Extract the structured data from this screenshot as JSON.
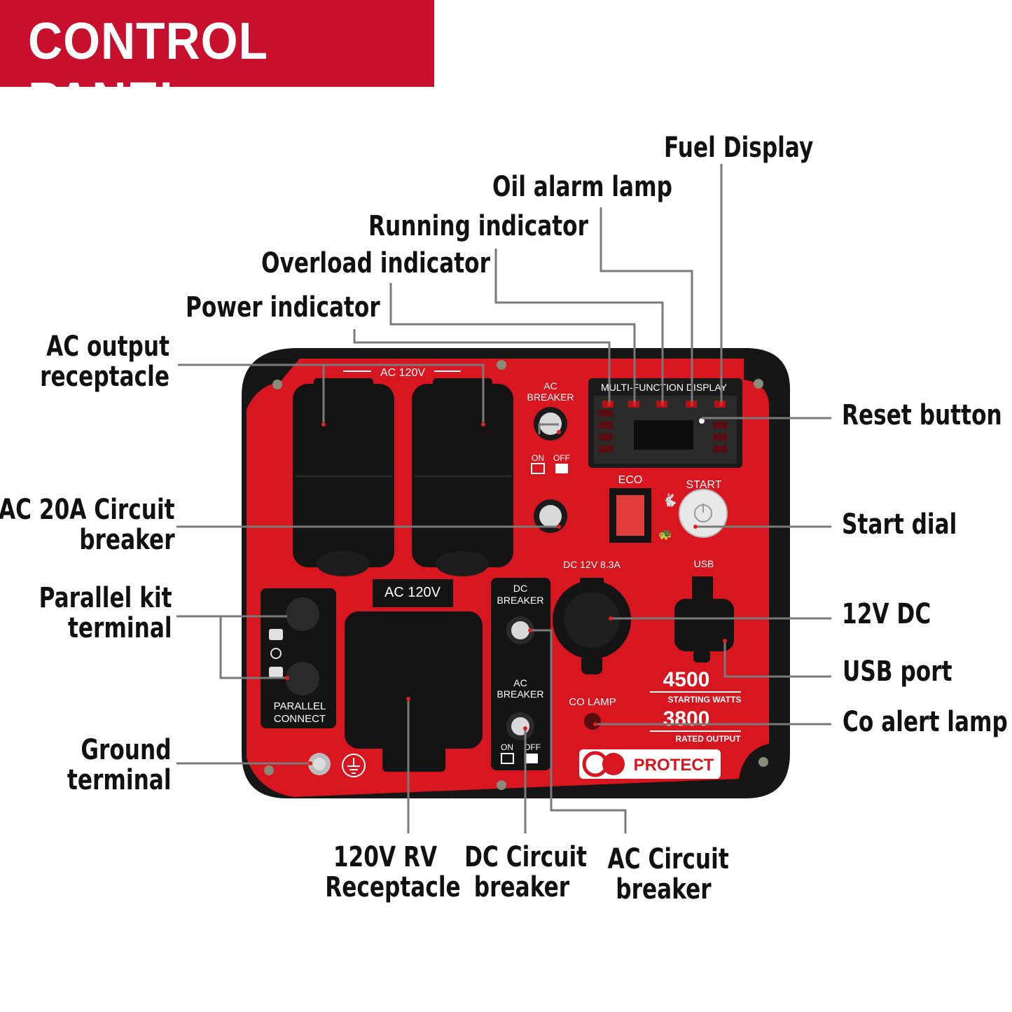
{
  "header": {
    "title": "CONTROL PANEL"
  },
  "callouts": {
    "fuel_display": "Fuel Display",
    "oil_alarm_lamp": "Oil alarm lamp",
    "running_indicator": "Running indicator",
    "overload_indicator": "Overload indicator",
    "power_indicator": "Power indicator",
    "ac_output_receptacle": [
      "AC output",
      "receptacle"
    ],
    "ac_20a_breaker": [
      "AC 20A Circuit",
      "breaker"
    ],
    "parallel_kit_terminal": [
      "Parallel kit",
      "terminal"
    ],
    "ground_terminal": [
      "Ground",
      "terminal"
    ],
    "reset_button": "Reset button",
    "start_dial": "Start dial",
    "dc_12v": "12V DC",
    "usb_port": "USB port",
    "co_alert_lamp": "Co alert lamp",
    "rv_receptacle": [
      "120V RV",
      "Receptacle"
    ],
    "dc_circuit_breaker": [
      "DC Circuit",
      "breaker"
    ],
    "ac_circuit_breaker": [
      "AC Circuit",
      "breaker"
    ]
  },
  "panel": {
    "ac_120v_top": "AC 120V",
    "ac_breaker": [
      "AC",
      "BREAKER"
    ],
    "on": "ON",
    "off": "OFF",
    "multi_function_display": "MULTI-FUNCTION DISPLAY",
    "eco": "ECO",
    "start": "START",
    "dc_rating": "DC 12V 8.3A",
    "usb": "USB",
    "ac_120v_rv": "AC 120V",
    "dc_breaker": [
      "DC",
      "BREAKER"
    ],
    "ac_breaker_lower": [
      "AC",
      "BREAKER"
    ],
    "parallel_connect": [
      "PARALLEL",
      "CONNECT"
    ],
    "co_lamp": "CO LAMP",
    "starting_watts_value": "4500",
    "starting_watts_label": "STARTING WATTS",
    "rated_output_value": "3800",
    "rated_output_label": "RATED OUTPUT",
    "brand_logo": "PROTECT"
  },
  "colors": {
    "brand_red": "#c8102e",
    "panel_red": "#d7161f",
    "housing": "#1a1a1a"
  }
}
